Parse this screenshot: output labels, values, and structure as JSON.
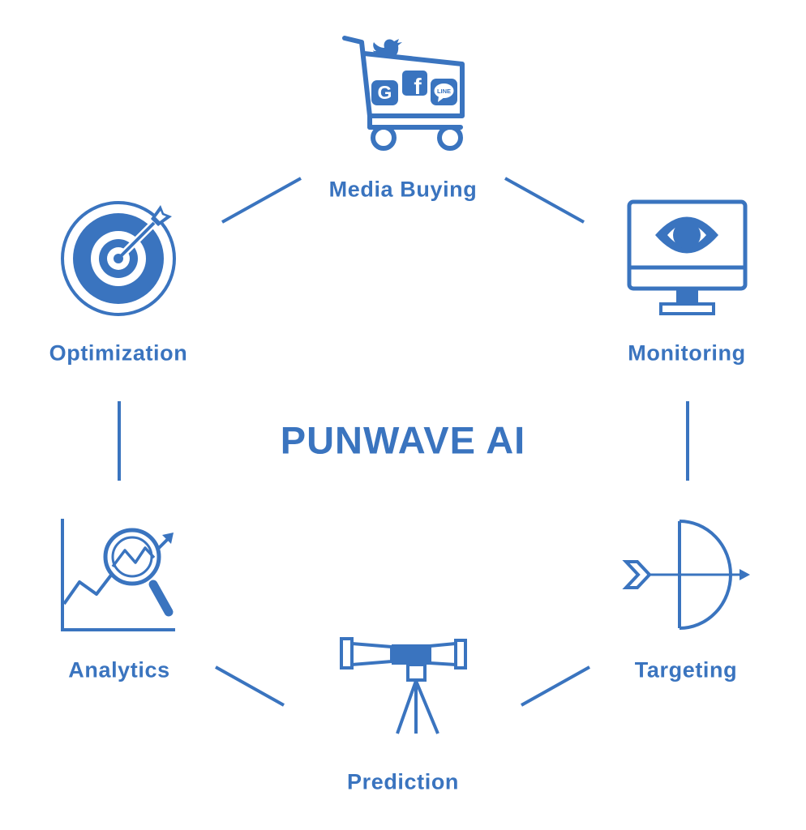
{
  "title": "PUNWAVE AI",
  "stages": {
    "media_buying": {
      "label": "Media Buying",
      "icon": "shopping-cart-social-icon"
    },
    "monitoring": {
      "label": "Monitoring",
      "icon": "monitor-eye-icon"
    },
    "targeting": {
      "label": "Targeting",
      "icon": "bow-arrow-icon"
    },
    "prediction": {
      "label": "Prediction",
      "icon": "telescope-icon"
    },
    "analytics": {
      "label": "Analytics",
      "icon": "magnifier-chart-icon"
    },
    "optimization": {
      "label": "Optimization",
      "icon": "bullseye-arrow-icon"
    }
  },
  "cart_badges": {
    "twitter": "",
    "google": "G",
    "facebook": "f",
    "line": "LINE"
  },
  "colors": {
    "primary": "#3a74bf",
    "background": "#ffffff"
  }
}
